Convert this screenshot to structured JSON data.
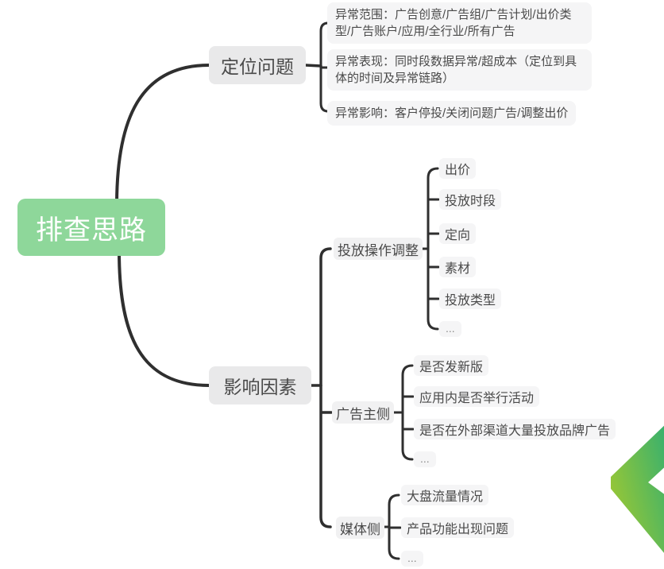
{
  "mindmap": {
    "root": {
      "label": "排查思路"
    },
    "branches": [
      {
        "label": "定位问题",
        "children": [
          {
            "label": "异常范围：广告创意/广告组/广告计划/出价类型/广告账户/应用/全行业/所有广告"
          },
          {
            "label": "异常表现：同时段数据异常/超成本（定位到具体的时间及异常链路）"
          },
          {
            "label": "异常影响：客户停投/关闭问题广告/调整出价"
          }
        ]
      },
      {
        "label": "影响因素",
        "children": [
          {
            "label": "投放操作调整",
            "children": [
              "出价",
              "投放时段",
              "定向",
              "素材",
              "投放类型",
              "..."
            ]
          },
          {
            "label": "广告主侧",
            "children": [
              "是否发新版",
              "应用内是否举行活动",
              "是否在外部渠道大量投放品牌广告",
              "..."
            ]
          },
          {
            "label": "媒体侧",
            "children": [
              "大盘流量情况",
              "产品功能出现问题",
              "..."
            ]
          }
        ]
      }
    ]
  },
  "colors": {
    "root_bg": "#8ed79a",
    "root_text": "#ffffff",
    "branch_bg": "#e9e9ea",
    "subbranch_bg": "#f1f1f2",
    "leaf_bg": "#f5f5f6",
    "node_text": "#4a4a4a",
    "connector": "#2f2f2f",
    "chevron_gradient_start": "#a2c930",
    "chevron_gradient_end": "#3bb16c"
  }
}
